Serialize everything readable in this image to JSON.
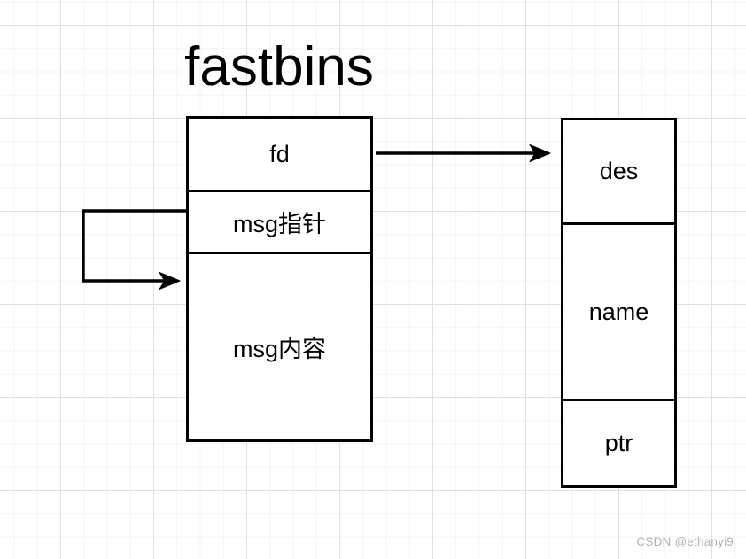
{
  "canvas": {
    "title": "fastbins",
    "watermark": "CSDN @ethanyi9"
  },
  "left_box": {
    "cells": [
      {
        "label": "fd"
      },
      {
        "label": "msg指针"
      },
      {
        "label": "msg内容"
      }
    ]
  },
  "right_box": {
    "cells": [
      {
        "label": "des"
      },
      {
        "label": "name"
      },
      {
        "label": "ptr"
      }
    ]
  },
  "colors": {
    "stroke": "#000000",
    "background": "#ffffff",
    "grid_minor": "#f3f3f5",
    "grid_major": "#e0e0e2",
    "watermark_text": "#b3b3b3"
  }
}
